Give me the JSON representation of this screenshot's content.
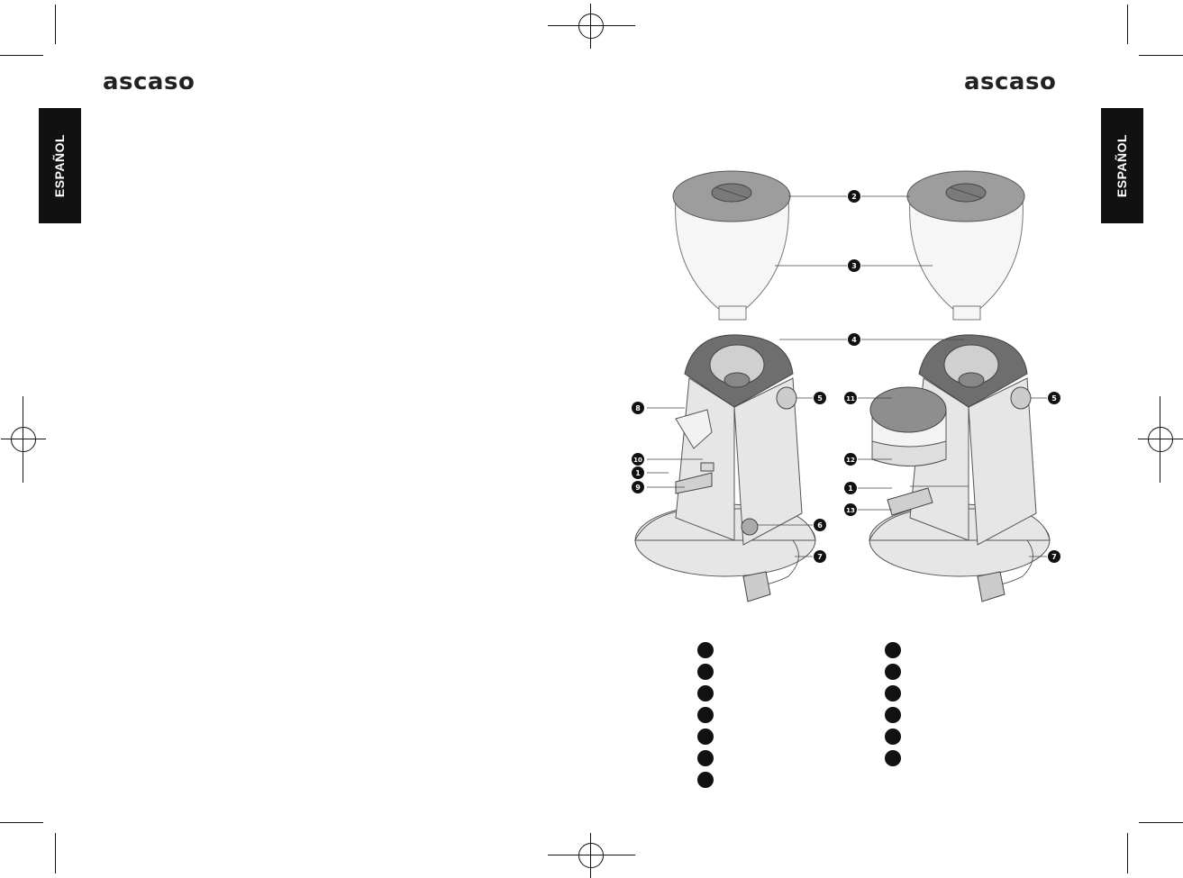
{
  "brand": {
    "logo_left": "ascaso",
    "logo_right": "ascaso"
  },
  "language_tab": {
    "left": "ESPAÑOL",
    "right": "ESPAÑOL"
  },
  "callouts": {
    "left": [
      "2",
      "3",
      "4",
      "5",
      "8",
      "10",
      "1",
      "9",
      "6",
      "7"
    ],
    "right": [
      "11",
      "5",
      "12",
      "1",
      "13",
      "7"
    ]
  },
  "legend": {
    "col1_count": 7,
    "col2_count": 6
  }
}
